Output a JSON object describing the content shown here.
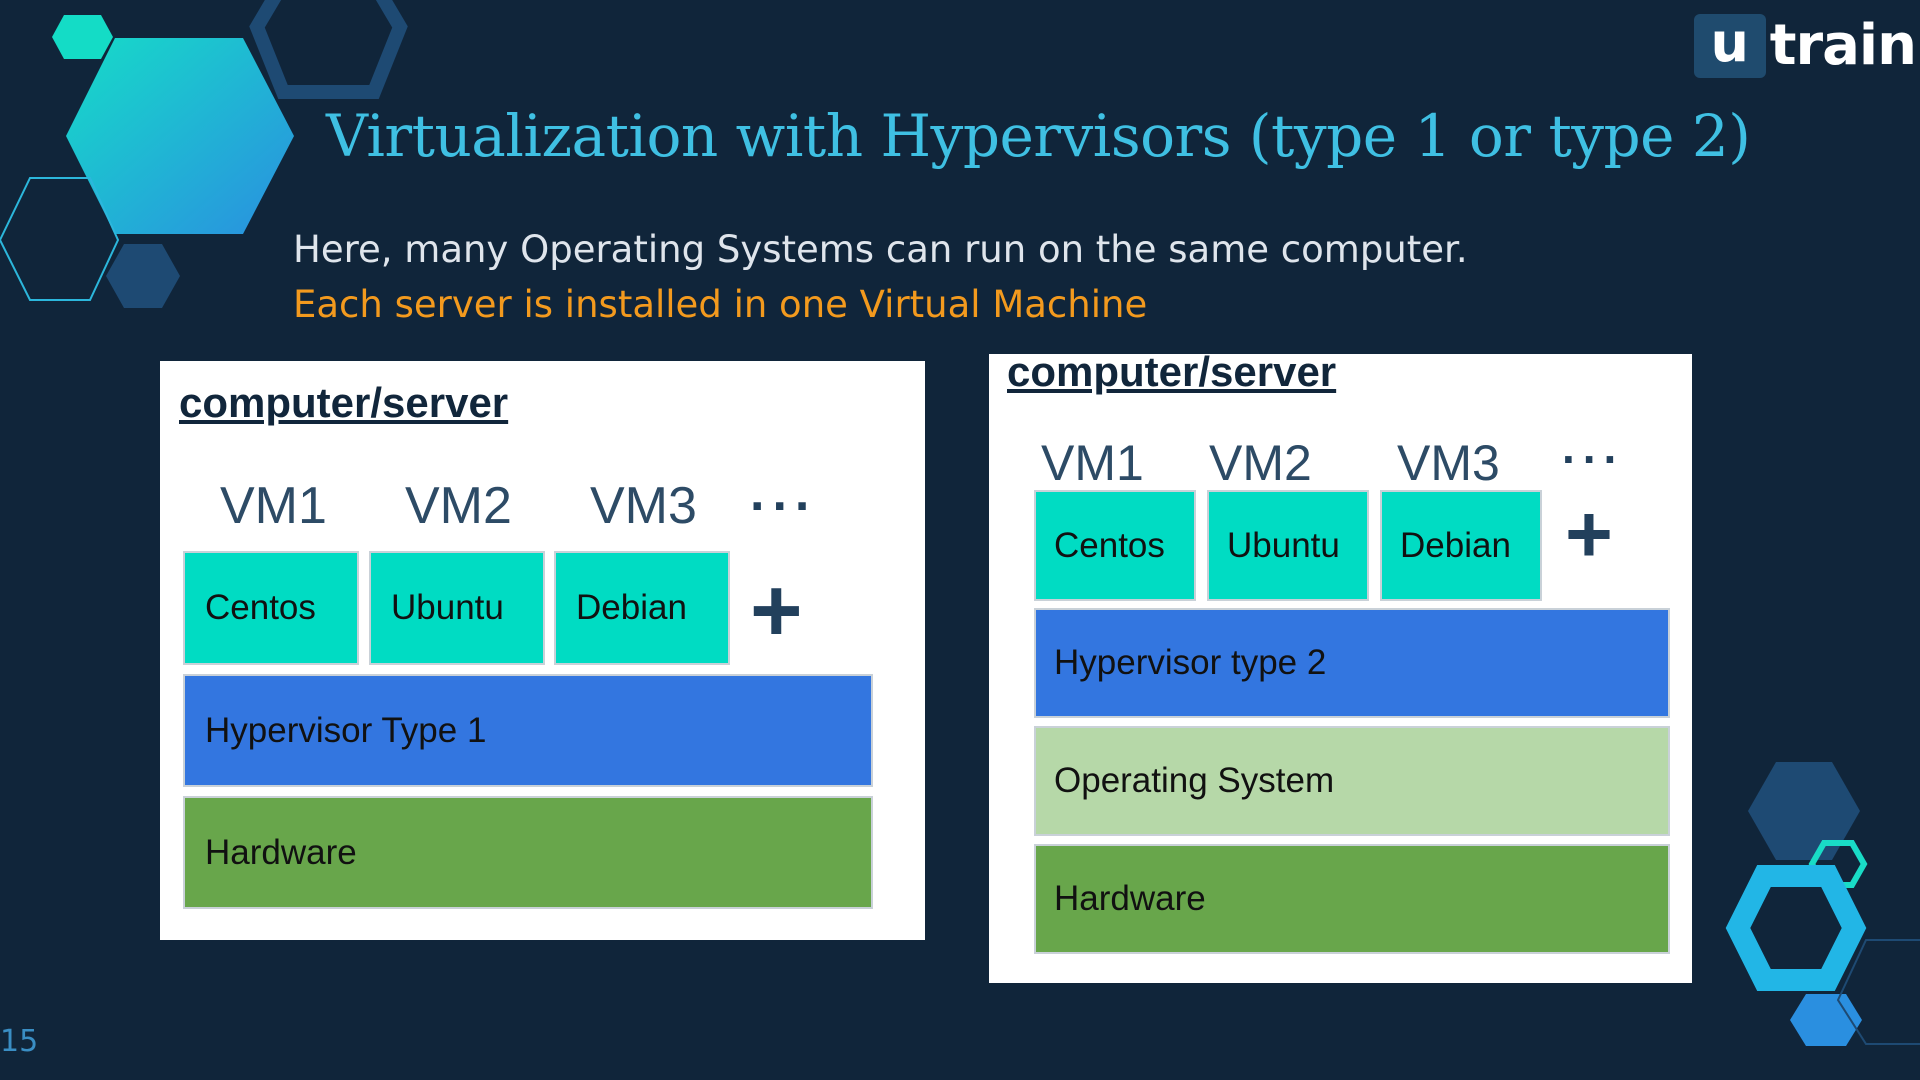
{
  "slide": {
    "title": "Virtualization with Hypervisors (type 1 or type 2)",
    "subtitle_line1": "Here, many Operating Systems can run on the same computer.",
    "subtitle_line2": "Each server is installed in one Virtual Machine",
    "page_number": "15"
  },
  "logo": {
    "mark": "u",
    "text": "train"
  },
  "left_diagram": {
    "heading": "computer/server",
    "vms": [
      {
        "label": "VM1",
        "os": "Centos"
      },
      {
        "label": "VM2",
        "os": "Ubuntu"
      },
      {
        "label": "VM3",
        "os": "Debian"
      }
    ],
    "more": "...",
    "plus": "+",
    "hypervisor": "Hypervisor Type 1",
    "hardware": "Hardware"
  },
  "right_diagram": {
    "heading": "computer/server",
    "vms": [
      {
        "label": "VM1",
        "os": "Centos"
      },
      {
        "label": "VM2",
        "os": "Ubuntu"
      },
      {
        "label": "VM3",
        "os": "Debian"
      }
    ],
    "more": "...",
    "plus": "+",
    "hypervisor": "Hypervisor type 2",
    "operating_system": "Operating System",
    "hardware": "Hardware"
  },
  "colors": {
    "background": "#10253a",
    "title": "#3fc0e3",
    "highlight": "#f39a1e",
    "vm_os": "#00dcc3",
    "hypervisor": "#3376e0",
    "hardware": "#68a64b",
    "host_os": "#b6d8a8"
  }
}
